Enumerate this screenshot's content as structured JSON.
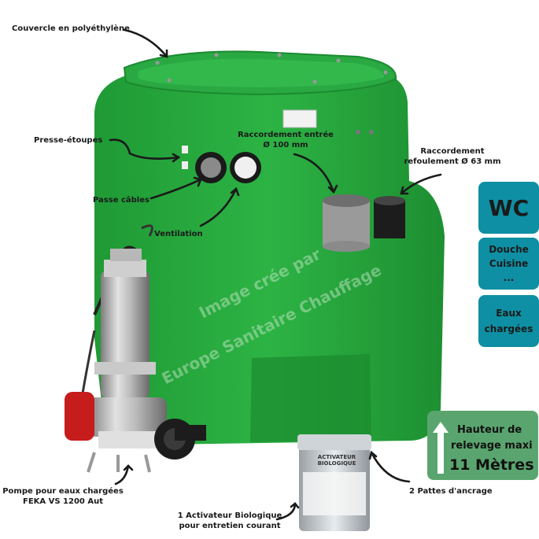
{
  "labels": {
    "lid": "Couvercle en polyéthylène",
    "gland": "Presse-étoupes",
    "inlet_line1": "Raccordement entrée",
    "inlet_line2": "Ø 100 mm",
    "outlet_line1": "Raccordement",
    "outlet_line2": "refoulement Ø 63 mm",
    "cable_pass": "Passe câbles",
    "ventilation": "Ventilation",
    "pump_line1": "Pompe pour eaux chargées",
    "pump_line2": "FEKA VS 1200 Aut",
    "activator_line1": "1 Activateur Biologique",
    "activator_line2": "pour entretien courant",
    "anchors": "2 Pattes d'ancrage"
  },
  "tiles": {
    "wc": "WC",
    "shower_line1": "Douche",
    "shower_line2": "Cuisine",
    "shower_line3": "...",
    "waste_line1": "Eaux",
    "waste_line2": "chargées"
  },
  "height_box": {
    "line1": "Hauteur de",
    "line2": "relevage maxi",
    "line3": "11 Mètres"
  },
  "jar_label": "ACTIVATEUR BIOLOGIQUE",
  "watermark": {
    "line1": "Image crée par",
    "line2": "Europe Sanitaire Chauffage"
  },
  "colors": {
    "tank_green": "#23a33c",
    "tile_teal": "#0e8fa3",
    "height_green": "#5aa56f"
  }
}
